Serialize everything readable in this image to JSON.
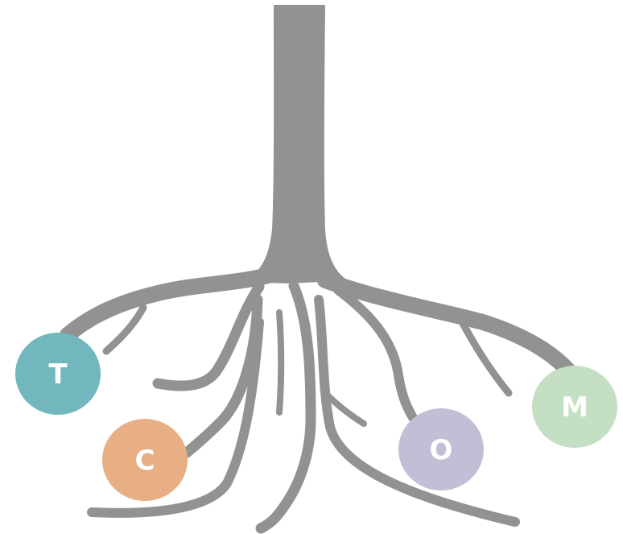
{
  "colors": {
    "tree": "#929292",
    "background": "#ffffff",
    "label": "#ffffff"
  },
  "nodes": [
    {
      "id": "T",
      "label": "T",
      "color": "#72b7bd"
    },
    {
      "id": "C",
      "label": "C",
      "color": "#e8ae84"
    },
    {
      "id": "O",
      "label": "O",
      "color": "#c1bfd5"
    },
    {
      "id": "M",
      "label": "M",
      "color": "#c4dfc4"
    }
  ]
}
